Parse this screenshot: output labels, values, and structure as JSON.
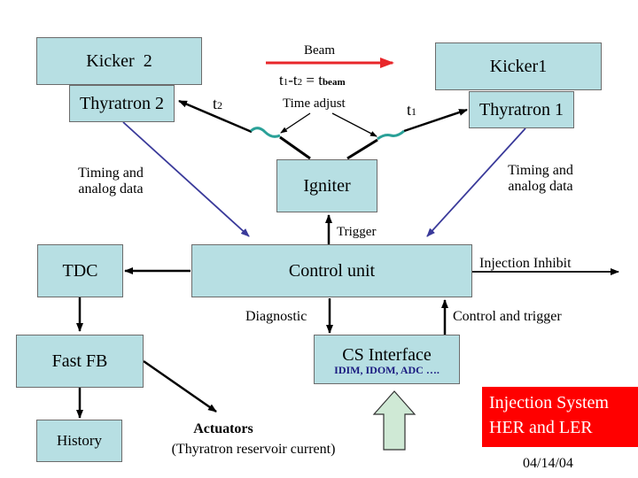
{
  "boxes": {
    "kicker2": "Kicker  2",
    "thyratron2": "Thyratron 2",
    "kicker1": "Kicker1",
    "thyratron1": "Thyratron 1",
    "igniter": "Igniter",
    "control_unit": "Control unit",
    "tdc": "TDC",
    "fast_fb": "Fast FB",
    "history": "History",
    "cs_interface": "CS Interface"
  },
  "labels": {
    "beam": "Beam",
    "equation": {
      "t1": "t",
      "sub1": "1",
      "dash": "-t",
      "sub2": "2",
      "eq": " = t",
      "subbeam": "beam"
    },
    "time_adjust": "Time adjust",
    "t2": {
      "t": "t",
      "sub": "2"
    },
    "t1": {
      "t": "t",
      "sub": "1"
    },
    "timing_left": [
      "Timing and",
      "analog data"
    ],
    "timing_right": [
      "Timing and",
      "analog data"
    ],
    "trigger": "Trigger",
    "injection_inhibit": "Injection Inhibit",
    "diagnostic": "Diagnostic",
    "control_and_trigger": "Control and trigger",
    "cs_sub": "IDIM, IDOM, ADC ….",
    "actuators": "Actuators",
    "actuators_sub": "(Thyratron reservoir current)"
  },
  "badge": [
    "Injection System",
    "HER and LER"
  ],
  "date": "04/14/04",
  "colors": {
    "box_fill": "#b7dfe3",
    "beam_arrow": "#e8262a",
    "timing_arrows": "#3a3a9a",
    "cable": "#2aa198",
    "badge": "#ff0000",
    "input_arrow": "#cfe9d5"
  }
}
